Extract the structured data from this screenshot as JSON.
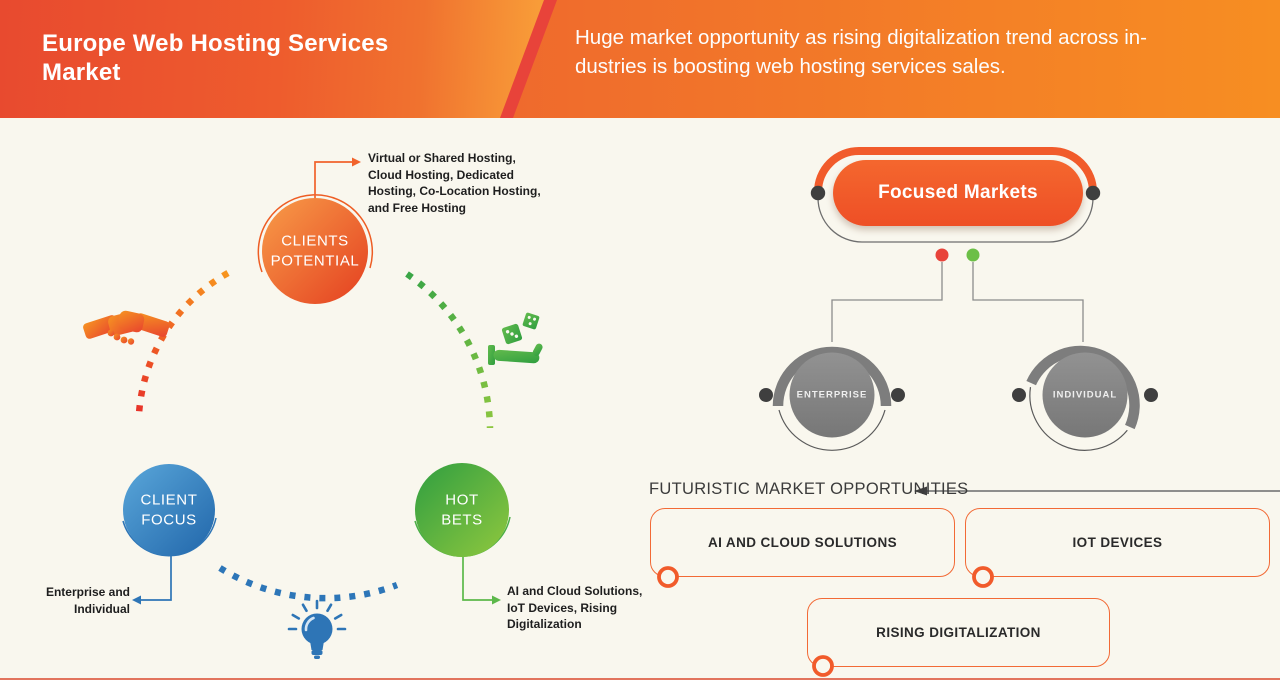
{
  "header": {
    "title": "Europe Web Hosting Services\nMarket",
    "subtitle": "Huge market opportunity as rising digitalization trend across in-\ndustries is boosting web hosting services sales."
  },
  "cycle": {
    "nodes": [
      {
        "id": "clients-potential",
        "label": "CLIENTS\nPOTENTIAL",
        "color": "#ee5d24",
        "annotation": "Virtual or Shared Hosting,\nCloud Hosting, Dedicated\nHosting, Co-Location Hosting,\nand Free Hosting"
      },
      {
        "id": "client-focus",
        "label": "CLIENT\nFOCUS",
        "color": "#2e75b6",
        "annotation": "Enterprise and\nIndividual"
      },
      {
        "id": "hot-bets",
        "label": "HOT\nBETS",
        "color": "#5cb84a",
        "annotation": "AI and Cloud Solutions,\nIoT Devices, Rising\nDigitalization"
      }
    ],
    "icons": [
      "handshake-icon",
      "dice-hand-icon",
      "lightbulb-icon"
    ]
  },
  "focused_markets": {
    "title": "Focused Markets",
    "children": [
      "ENTERPRISE",
      "INDIVIDUAL"
    ],
    "legend_dot_colors": [
      "#e8433a",
      "#6cbf47"
    ]
  },
  "opportunities": {
    "heading": "FUTURISTIC MARKET OPPORTUNITIES",
    "items": [
      "AI AND CLOUD SOLUTIONS",
      "IOT DEVICES",
      "RISING DIGITALIZATION"
    ]
  },
  "colors": {
    "background": "#f9f7ee",
    "header_gradient_left": "#e84a2f",
    "header_gradient_right": "#f78e22",
    "header_stripe": "#e8433a",
    "accent_orange": "#f15b2b",
    "accent_blue": "#2e75b6",
    "accent_green": "#5cb84a",
    "gray_circle": "#848484",
    "dark_dot": "#3f3f3f",
    "bottom_line": "#e2745d"
  }
}
